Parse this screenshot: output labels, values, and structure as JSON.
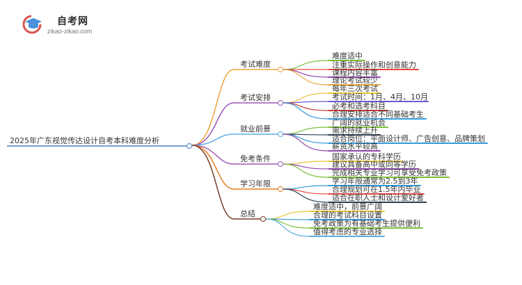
{
  "brand": {
    "name": "自考网",
    "site": "zikao-zikao.com",
    "colors": {
      "icon_red": "#d9534f",
      "icon_blue": "#4a90d9"
    }
  },
  "mindmap": {
    "root": "2025年广东视觉传达设计自考本科难度分析",
    "root_color": "#4a7fc1",
    "branches": [
      {
        "label": "考试难度",
        "color": "#f0a33a",
        "leaves": [
          {
            "text": "难度适中",
            "color": "#7bbf3b"
          },
          {
            "text": "注重实际操作和创意能力",
            "color": "#e8473f"
          },
          {
            "text": "课程内容丰富",
            "color": "#8e44ad"
          },
          {
            "text": "理论考试较少",
            "color": "#e8a33a"
          }
        ]
      },
      {
        "label": "考试安排",
        "color": "#9b59b6",
        "leaves": [
          {
            "text": "每年三次考试",
            "color": "#e8c63a"
          },
          {
            "text": "考试时间：1月、4月、10月",
            "color": "#6a5acd"
          },
          {
            "text": "必考和选考科目",
            "color": "#c0392b"
          },
          {
            "text": "合理安排适合不同基础考生",
            "color": "#3498db"
          }
        ]
      },
      {
        "label": "就业前景",
        "color": "#5dade2",
        "leaves": [
          {
            "text": "广阔的就业机会",
            "color": "#7bbf3b"
          },
          {
            "text": "需求持续上升",
            "color": "#2c3e50"
          },
          {
            "text": "适合岗位：平面设计师、广告创意、品牌策划",
            "color": "#3498db"
          },
          {
            "text": "薪资水平较高",
            "color": "#8e44ad"
          }
        ]
      },
      {
        "label": "免考条件",
        "color": "#9b59b6",
        "leaves": [
          {
            "text": "国家承认的专科学历",
            "color": "#e8c63a"
          },
          {
            "text": "建议具备高中或同等学历",
            "color": "#8e44ad"
          },
          {
            "text": "完成相关专业学习可享受免考政策",
            "color": "#7bbf3b"
          }
        ]
      },
      {
        "label": "学习年限",
        "color": "#e67e22",
        "leaves": [
          {
            "text": "学习年限通常为2.5到3年",
            "color": "#3498db"
          },
          {
            "text": "合理规划可在1.5年内毕业",
            "color": "#e8473f"
          },
          {
            "text": "适合在职人士和设计爱好者",
            "color": "#2c3e50"
          }
        ]
      },
      {
        "label": "总结",
        "color": "#7b3b2a",
        "leaves": [
          {
            "text": "难度适中，前景广阔",
            "color": "#e8c63a"
          },
          {
            "text": "合理的考试科目设置",
            "color": "#3498db"
          },
          {
            "text": "免考政策为有基础考生提供便利",
            "color": "#7bbf3b"
          },
          {
            "text": "值得考虑的专业选择",
            "color": "#5dade2"
          }
        ]
      }
    ]
  }
}
